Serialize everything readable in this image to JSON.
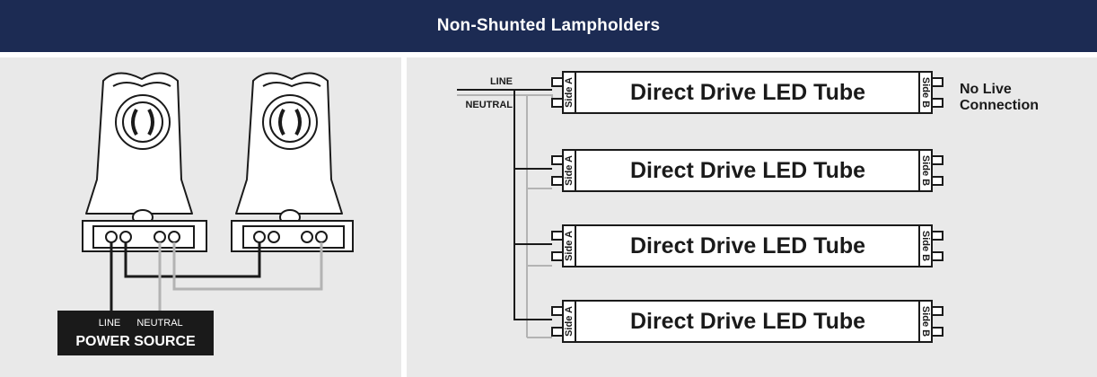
{
  "header": {
    "title": "Non-Shunted Lampholders"
  },
  "left_panel": {
    "power_source": {
      "line_label": "LINE",
      "neutral_label": "NEUTRAL",
      "title": "POWER SOURCE"
    }
  },
  "right_panel": {
    "line_label": "LINE",
    "neutral_label": "NEUTRAL",
    "tubes": [
      {
        "label": "Direct Drive LED Tube",
        "side_a": "Side A",
        "side_b": "Side B"
      },
      {
        "label": "Direct Drive LED Tube",
        "side_a": "Side A",
        "side_b": "Side B"
      },
      {
        "label": "Direct Drive LED Tube",
        "side_a": "Side A",
        "side_b": "Side B"
      },
      {
        "label": "Direct Drive LED Tube",
        "side_a": "Side A",
        "side_b": "Side B"
      }
    ],
    "no_live_connection": {
      "line1": "No Live",
      "line2": "Connection"
    }
  },
  "colors": {
    "header_bg": "#1c2b53",
    "panel_bg": "#e9e9e9",
    "line_wire": "#1a1a1a",
    "neutral_wire": "#b3b3b3"
  }
}
